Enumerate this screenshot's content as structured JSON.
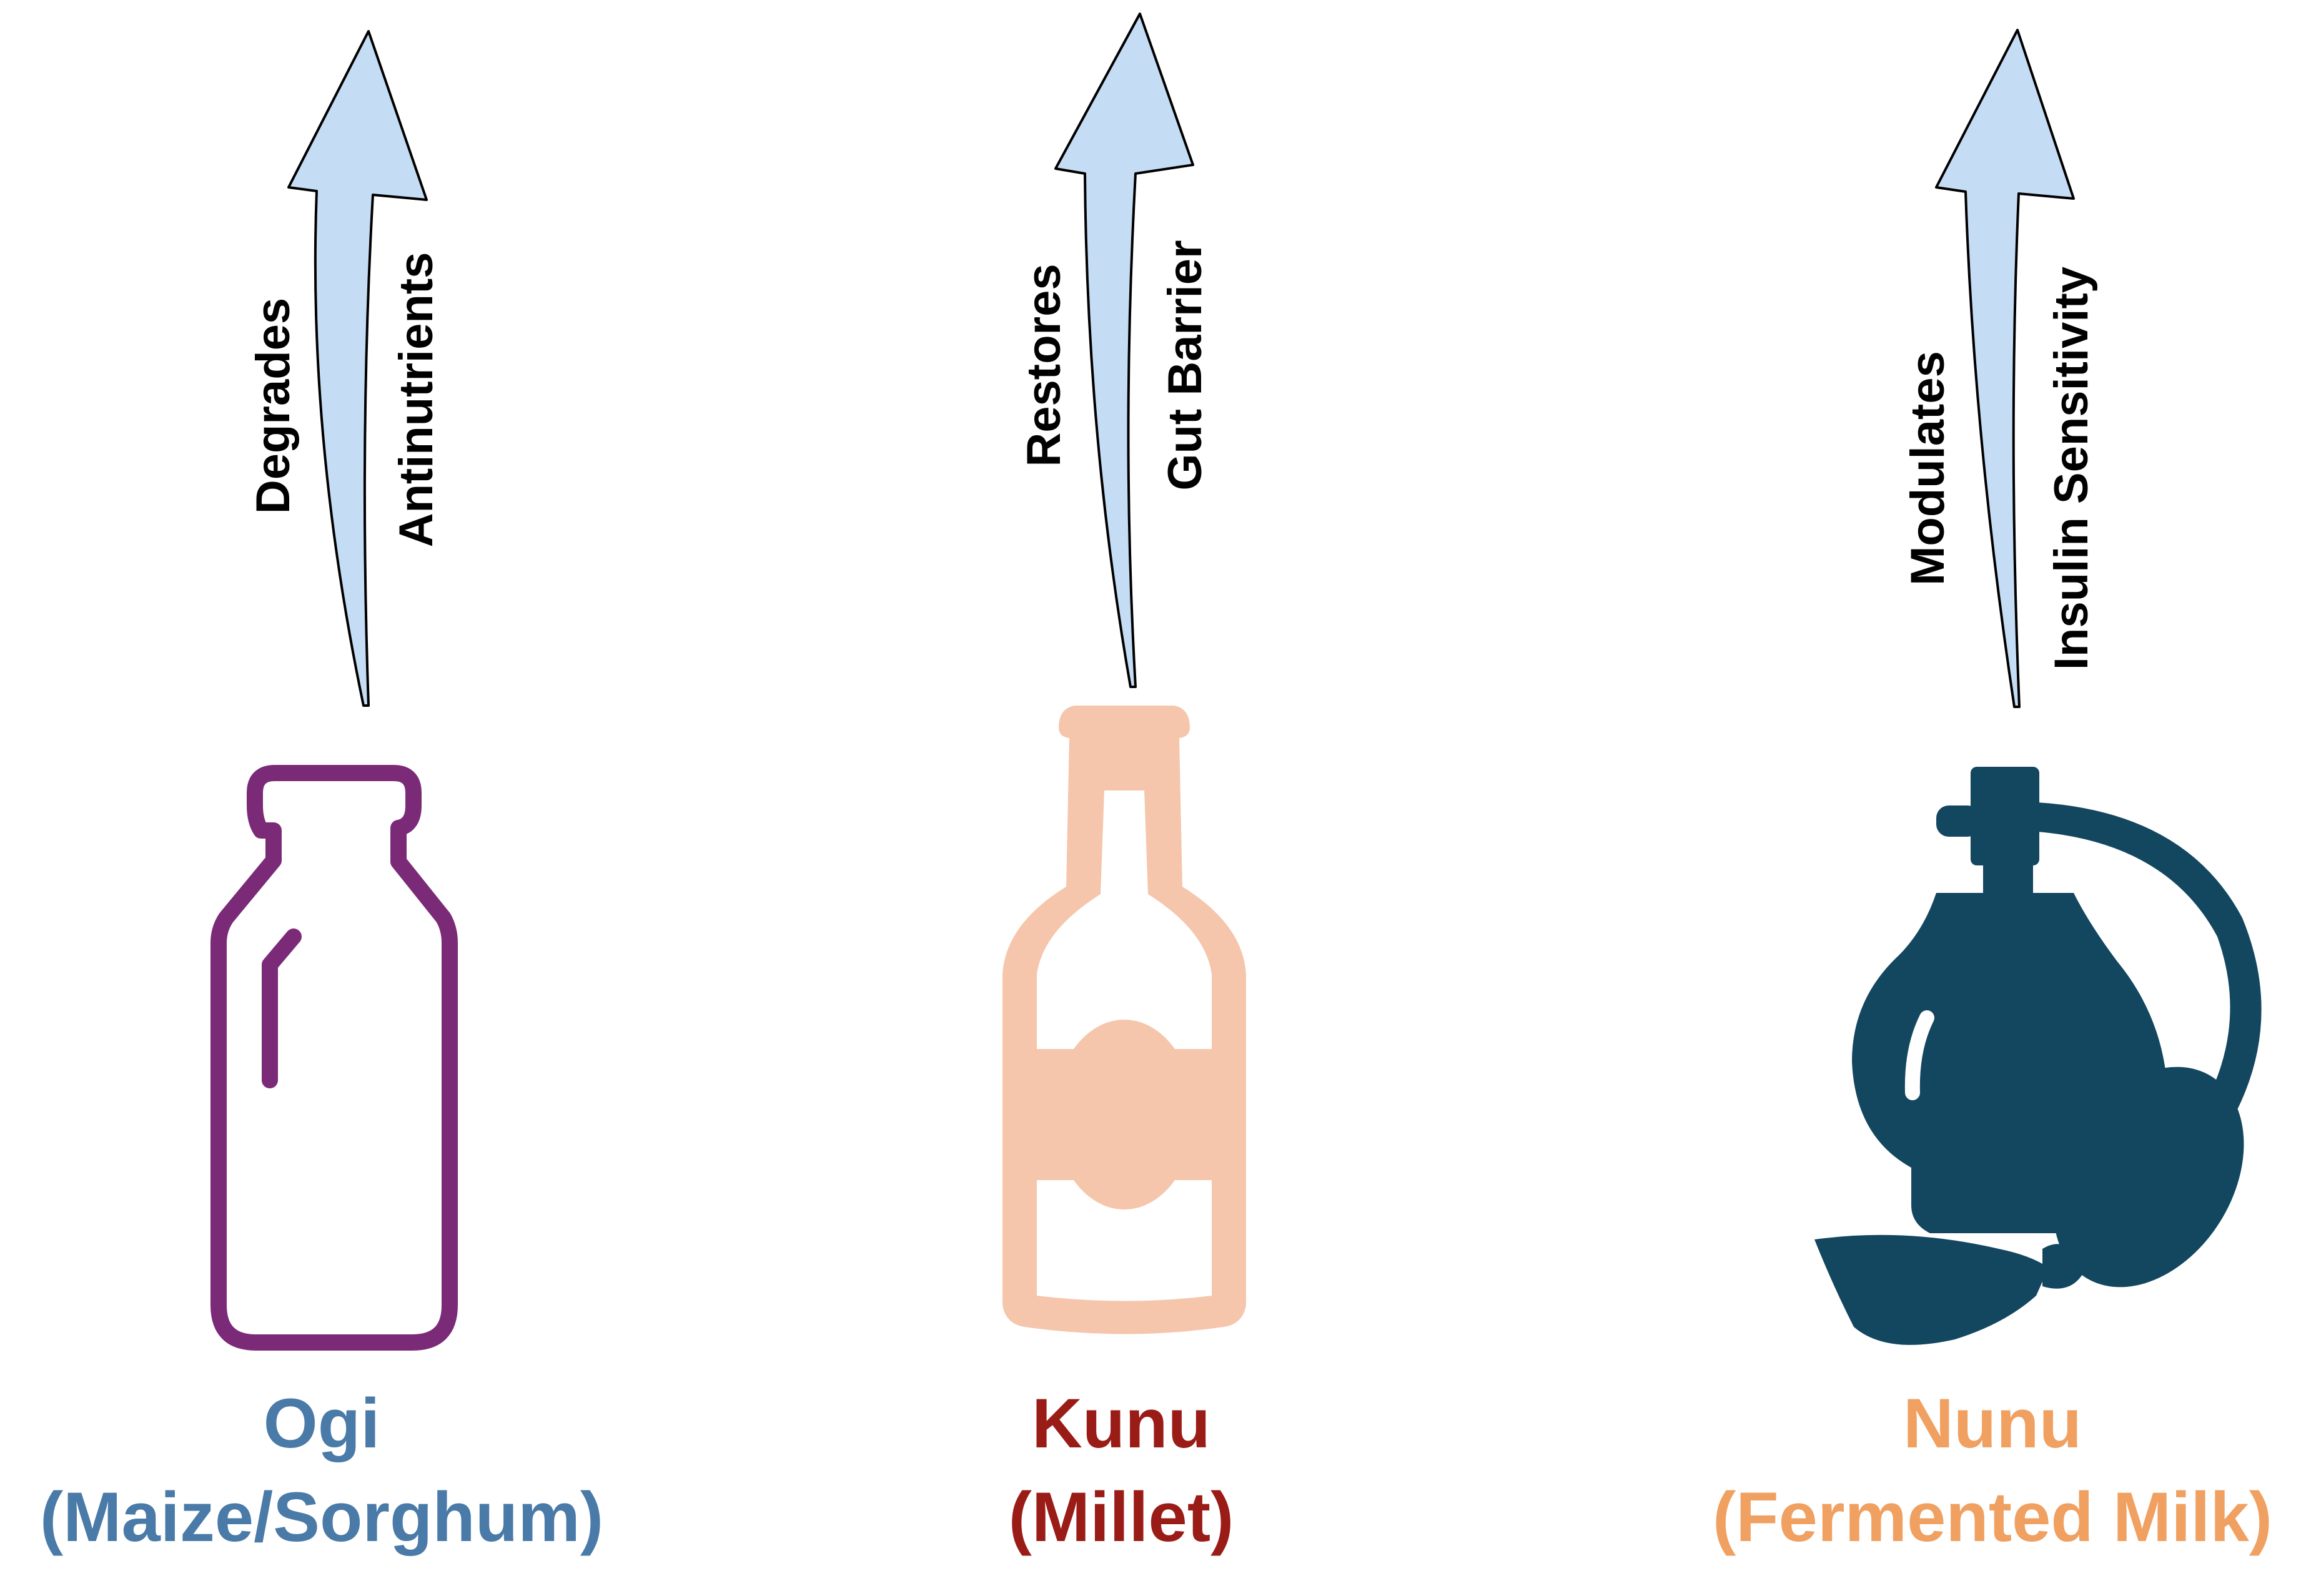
{
  "columns": [
    {
      "id": "ogi",
      "arrow_lines": [
        "Degrades",
        "Antinutrients"
      ],
      "name": "Ogi",
      "subtitle": "(Maize/Sorghum)",
      "name_color": "#4a7aa7",
      "icon": "milk-bottle-outline-icon",
      "icon_color": "#7b2a78"
    },
    {
      "id": "kunu",
      "arrow_lines": [
        "Restores",
        "Gut Barrier"
      ],
      "name": "Kunu",
      "subtitle": "(Millet)",
      "name_color": "#9a1c17",
      "icon": "beer-bottle-icon",
      "icon_color": "#f5c6ac"
    },
    {
      "id": "nunu",
      "arrow_lines": [
        "Modulates",
        "Insulin Sensitivity"
      ],
      "name": "Nunu",
      "subtitle": "(Fermented Milk)",
      "name_color": "#f0a060",
      "icon": "perfume-atomizer-icon",
      "icon_color": "#134760"
    }
  ],
  "arrow_fill": "#c5dcf5"
}
